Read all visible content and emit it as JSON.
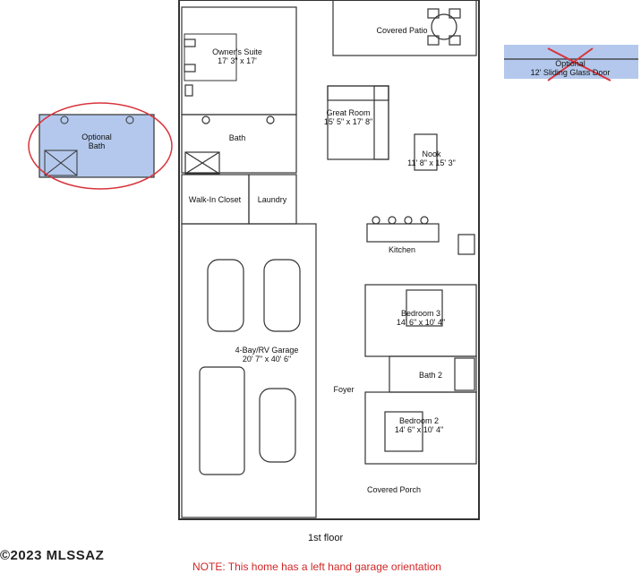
{
  "rooms": {
    "covered_patio": "Covered Patio",
    "owners_suite": {
      "name": "Owner's Suite",
      "dims": "17' 3\" x 17'"
    },
    "great_room": {
      "name": "Great Room",
      "dims": "15' 5\" x 17' 8\""
    },
    "nook": {
      "name": "Nook",
      "dims": "11' 8\" x 15' 3\""
    },
    "bath": "Bath",
    "walk_in_closet": "Walk-In Closet",
    "laundry": "Laundry",
    "kitchen": "Kitchen",
    "bedroom3": {
      "name": "Bedroom 3",
      "dims": "14' 6\" x 10' 4\""
    },
    "garage": {
      "name": "4-Bay/RV Garage",
      "dims": "20' 7\" x 40' 6\""
    },
    "bath2": "Bath 2",
    "foyer": "Foyer",
    "bedroom2": {
      "name": "Bedroom 2",
      "dims": "14' 6\" x 10' 4\""
    },
    "covered_porch": "Covered Porch"
  },
  "optional_bath": {
    "line1": "Optional",
    "line2": "Bath"
  },
  "optional_door": {
    "line1": "Optional",
    "line2": "12' Sliding Glass Door"
  },
  "floor_label": "1st floor",
  "note": "NOTE: This home has a left hand garage orientation",
  "copyright": "©2023 MLSSAZ",
  "colors": {
    "optional_fill": "#b3c8ec",
    "circle": "#d8343c",
    "cross": "#d8343c",
    "note": "#d22727",
    "wall": "#333333"
  }
}
